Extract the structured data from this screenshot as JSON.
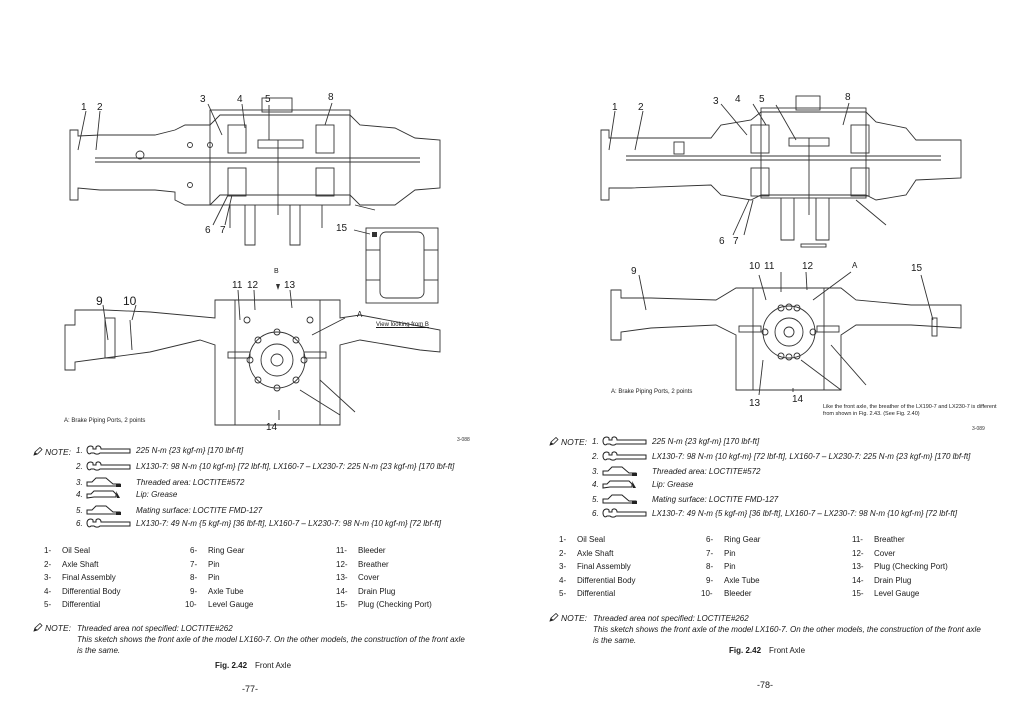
{
  "pages": [
    {
      "page_number": "-77-",
      "figure_code": "3-088",
      "diagram": {
        "callouts_top": [
          "1",
          "2",
          "3",
          "4",
          "5",
          "8",
          "6",
          "7",
          "15"
        ],
        "callouts_bottom": [
          "9",
          "10",
          "11",
          "12",
          "13",
          "14",
          "A"
        ],
        "view_arrow_label": "B",
        "inset_caption": "View looking from B",
        "caption_a": "A: Brake Piping Ports, 2 points"
      },
      "note_label": "NOTE:",
      "torque_notes": [
        {
          "num": "1.",
          "icon": "wrench-icon",
          "text": "225 N-m {23 kgf-m} [170 lbf-ft]"
        },
        {
          "num": "2.",
          "icon": "wrench-icon",
          "text": "LX130-7: 98 N-m {10 kgf-m} [72 lbf-ft], LX160-7 – LX230-7: 225 N-m {23 kgf-m} [170 lbf-ft]"
        },
        {
          "num": "3.",
          "icon": "loctite-icon",
          "text": "Threaded area: LOCTITE#572"
        },
        {
          "num": "4.",
          "icon": "grease-icon",
          "text": "Lip: Grease"
        },
        {
          "num": "5.",
          "icon": "loctite-icon",
          "text": "Mating surface: LOCTITE FMD-127"
        },
        {
          "num": "6.",
          "icon": "wrench-icon",
          "text": "LX130-7: 49 N-m {5 kgf-m} [36 lbf-ft], LX160-7 – LX230-7: 98 N-m {10 kgf-m} [72 lbf-ft]"
        }
      ],
      "parts": [
        {
          "n": "1-",
          "name": "Oil Seal"
        },
        {
          "n": "2-",
          "name": "Axle Shaft"
        },
        {
          "n": "3-",
          "name": "Final Assembly"
        },
        {
          "n": "4-",
          "name": "Differential Body"
        },
        {
          "n": "5-",
          "name": "Differential"
        },
        {
          "n": "6-",
          "name": "Ring Gear"
        },
        {
          "n": "7-",
          "name": "Pin"
        },
        {
          "n": "8-",
          "name": "Pin"
        },
        {
          "n": "9-",
          "name": "Axle Tube"
        },
        {
          "n": "10-",
          "name": "Level Gauge"
        },
        {
          "n": "11-",
          "name": "Bleeder"
        },
        {
          "n": "12-",
          "name": "Breather"
        },
        {
          "n": "13-",
          "name": "Cover"
        },
        {
          "n": "14-",
          "name": "Drain Plug"
        },
        {
          "n": "15-",
          "name": "Plug (Checking Port)"
        }
      ],
      "bottom_note": {
        "label": "NOTE:",
        "line1": "Threaded area not specified: LOCTITE#262",
        "line2": "This sketch shows the front axle of the model LX160-7. On the other models, the construction of the front axle is the same."
      },
      "figure_caption": {
        "number": "Fig. 2.42",
        "title": "Front Axle"
      }
    },
    {
      "page_number": "-78-",
      "figure_code": "3-089",
      "diagram": {
        "callouts_top": [
          "1",
          "2",
          "3",
          "4",
          "5",
          "8",
          "6",
          "7"
        ],
        "callouts_bottom": [
          "9",
          "10",
          "11",
          "12",
          "13",
          "14",
          "15",
          "A"
        ],
        "caption_a": "A: Brake Piping Ports, 2 points",
        "side_note": "Like the front axle, the breather of the LX190-7 and LX230-7 is different from shown in Fig. 2.43. (See Fig. 2.40)"
      },
      "note_label": "NOTE:",
      "torque_notes": [
        {
          "num": "1.",
          "icon": "wrench-icon",
          "text": "225 N-m {23 kgf-m} [170 lbf-ft]"
        },
        {
          "num": "2.",
          "icon": "wrench-icon",
          "text": "LX130-7: 98 N-m {10 kgf-m} [72 lbf-ft], LX160-7 – LX230-7: 225 N-m {23 kgf-m} [170 lbf-ft]"
        },
        {
          "num": "3.",
          "icon": "loctite-icon",
          "text": "Threaded area: LOCTITE#572"
        },
        {
          "num": "4.",
          "icon": "grease-icon",
          "text": "Lip: Grease"
        },
        {
          "num": "5.",
          "icon": "loctite-icon",
          "text": "Mating surface: LOCTITE FMD-127"
        },
        {
          "num": "6.",
          "icon": "wrench-icon",
          "text": "LX130-7: 49 N-m {5 kgf-m} [36 lbf-ft], LX160-7 – LX230-7: 98 N-m {10 kgf-m} [72 lbf-ft]"
        }
      ],
      "parts": [
        {
          "n": "1-",
          "name": "Oil Seal"
        },
        {
          "n": "2-",
          "name": "Axle Shaft"
        },
        {
          "n": "3-",
          "name": "Final Assembly"
        },
        {
          "n": "4-",
          "name": "Differential Body"
        },
        {
          "n": "5-",
          "name": "Differential"
        },
        {
          "n": "6-",
          "name": "Ring Gear"
        },
        {
          "n": "7-",
          "name": "Pin"
        },
        {
          "n": "8-",
          "name": "Pin"
        },
        {
          "n": "9-",
          "name": "Axle Tube"
        },
        {
          "n": "10-",
          "name": "Bleeder"
        },
        {
          "n": "11-",
          "name": "Breather"
        },
        {
          "n": "12-",
          "name": "Cover"
        },
        {
          "n": "13-",
          "name": "Plug (Checking Port)"
        },
        {
          "n": "14-",
          "name": "Drain Plug"
        },
        {
          "n": "15-",
          "name": "Level Gauge"
        }
      ],
      "bottom_note": {
        "label": "NOTE:",
        "line1": "Threaded area not specified: LOCTITE#262",
        "line2": "This sketch shows the front axle of the model LX160-7. On the other models, the construction of the front axle is the same."
      },
      "figure_caption": {
        "number": "Fig. 2.42",
        "title": "Front Axle"
      }
    }
  ]
}
